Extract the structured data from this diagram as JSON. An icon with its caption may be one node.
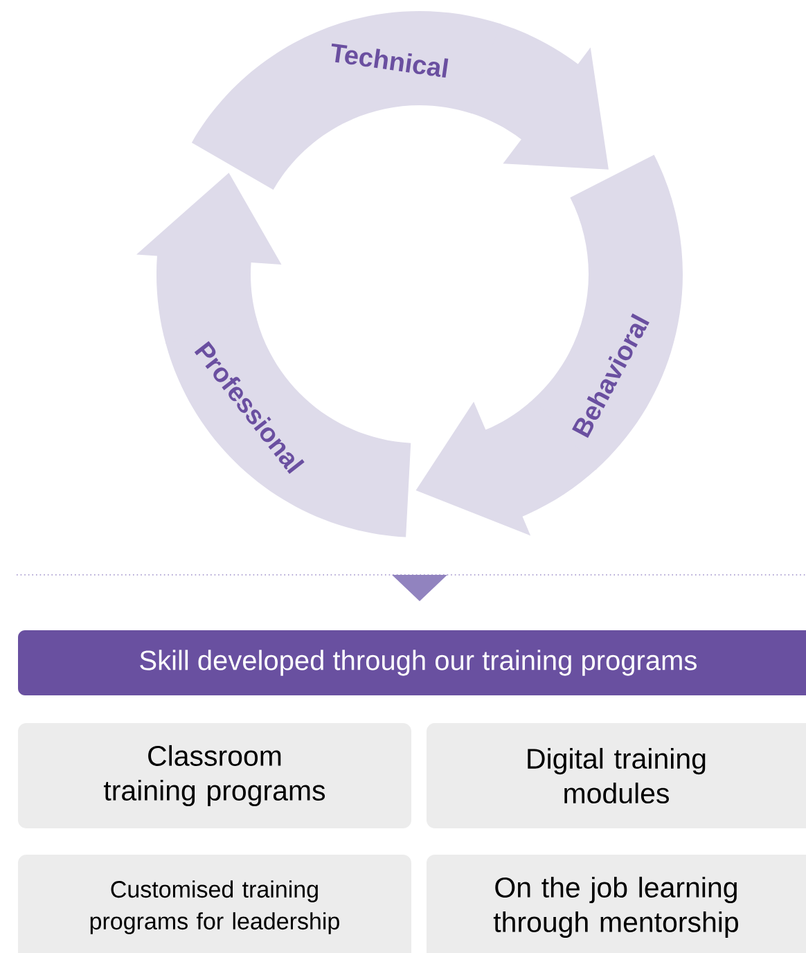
{
  "diagram": {
    "nodes": [
      {
        "text": [
          "Technical"
        ]
      },
      {
        "text": [
          "Behavioral"
        ]
      },
      {
        "text": [
          "Professional"
        ]
      },
      {
        "text": [
          "Skill developed through our training programs"
        ]
      },
      {
        "text": [
          "Classroom training programs"
        ]
      },
      {
        "text": [
          "Digital training modules"
        ]
      },
      {
        "text": [
          "Customised training programs for leadership"
        ]
      },
      {
        "text": [
          "On the job learning through mentorship"
        ]
      }
    ],
    "edges": [
      {
        "from": 0,
        "to": 1,
        "arrow": "to"
      },
      {
        "from": 1,
        "to": 2,
        "arrow": "to"
      },
      {
        "from": 2,
        "to": 0,
        "arrow": "to"
      }
    ]
  }
}
